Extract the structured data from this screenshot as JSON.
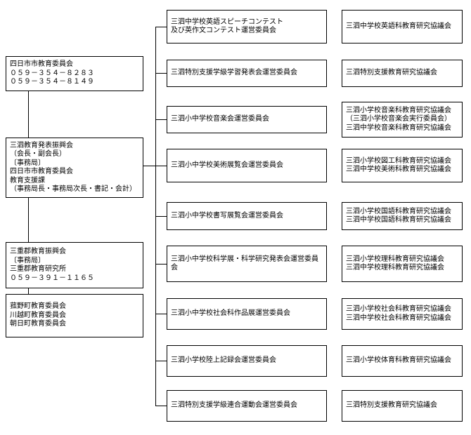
{
  "chart": {
    "colors": {
      "border": "#000000",
      "background": "#ffffff",
      "text": "#000000"
    },
    "left": [
      {
        "name": "yokkaichi-city-board",
        "lines": [
          "四日市市教育委員会",
          "０５９－３５４－８２８３",
          "０５９－３５４－８１４９"
        ]
      },
      {
        "name": "sanshi-education-promotion-association",
        "lines": [
          "三泗教育発表振興会",
          "（会長・副会長）",
          "〔事務局〕",
          "四日市市教育委員会",
          "教育支援課",
          "（事務局長・事務局次長・書記・会計）"
        ]
      },
      {
        "name": "miegun-education-promotion-association",
        "lines": [
          "三重郡教育振興会",
          "〔事務局〕",
          "三重郡教育研究所",
          "０５９－３９１－１１６５"
        ]
      },
      {
        "name": "town-boards-of-education",
        "lines": [
          "菰野町教育委員会",
          "川越町教育委員会",
          "朝日町教育委員会"
        ]
      }
    ],
    "rows": [
      {
        "committee": [
          "三泗中学校英語スピーチコンテスト",
          "及び英作文コンテスト運営委員会"
        ],
        "council": [
          "三泗中学校英語科教育研究協議会"
        ]
      },
      {
        "committee": [
          "三泗特別支援学級学習発表会運営委員会"
        ],
        "council": [
          "三泗特別支援教育研究協議会"
        ]
      },
      {
        "committee": [
          "三泗小中学校音楽会運営委員会"
        ],
        "council": [
          "三泗小学校音楽科教育研究協議会",
          "（三泗小学校音楽会実行委員会）",
          "三泗中学校音楽科教育研究協議会"
        ]
      },
      {
        "committee": [
          "三泗小中学校美術展覧会運営委員会"
        ],
        "council": [
          "三泗小学校図工科教育研究協議会",
          "三泗中学校美術科教育研究協議会"
        ]
      },
      {
        "committee": [
          "三泗小中学校書写展覧会運営委員会"
        ],
        "council": [
          "三泗小学校国語科教育研究協議会",
          "三泗中学校国語科教育研究協議会"
        ]
      },
      {
        "committee": [
          "三泗小中学校科学展・科学研究発表会運営委員会"
        ],
        "council": [
          "三泗小学校理科教育研究協議会",
          "三泗中学校理科教育研究協議会"
        ]
      },
      {
        "committee": [
          "三泗小中学校社会科作品展運営委員会"
        ],
        "council": [
          "三泗小学校社会科教育研究協議会",
          "三泗中学校社会科教育研究協議会"
        ]
      },
      {
        "committee": [
          "三泗小学校陸上記録会運営委員会"
        ],
        "council": [
          "三泗小学校体育科教育研究協議会"
        ]
      },
      {
        "committee": [
          "三泗特別支援学級連合運動会運営委員会"
        ],
        "council": [
          "三泗特別支援教育研究協議会"
        ]
      }
    ]
  }
}
